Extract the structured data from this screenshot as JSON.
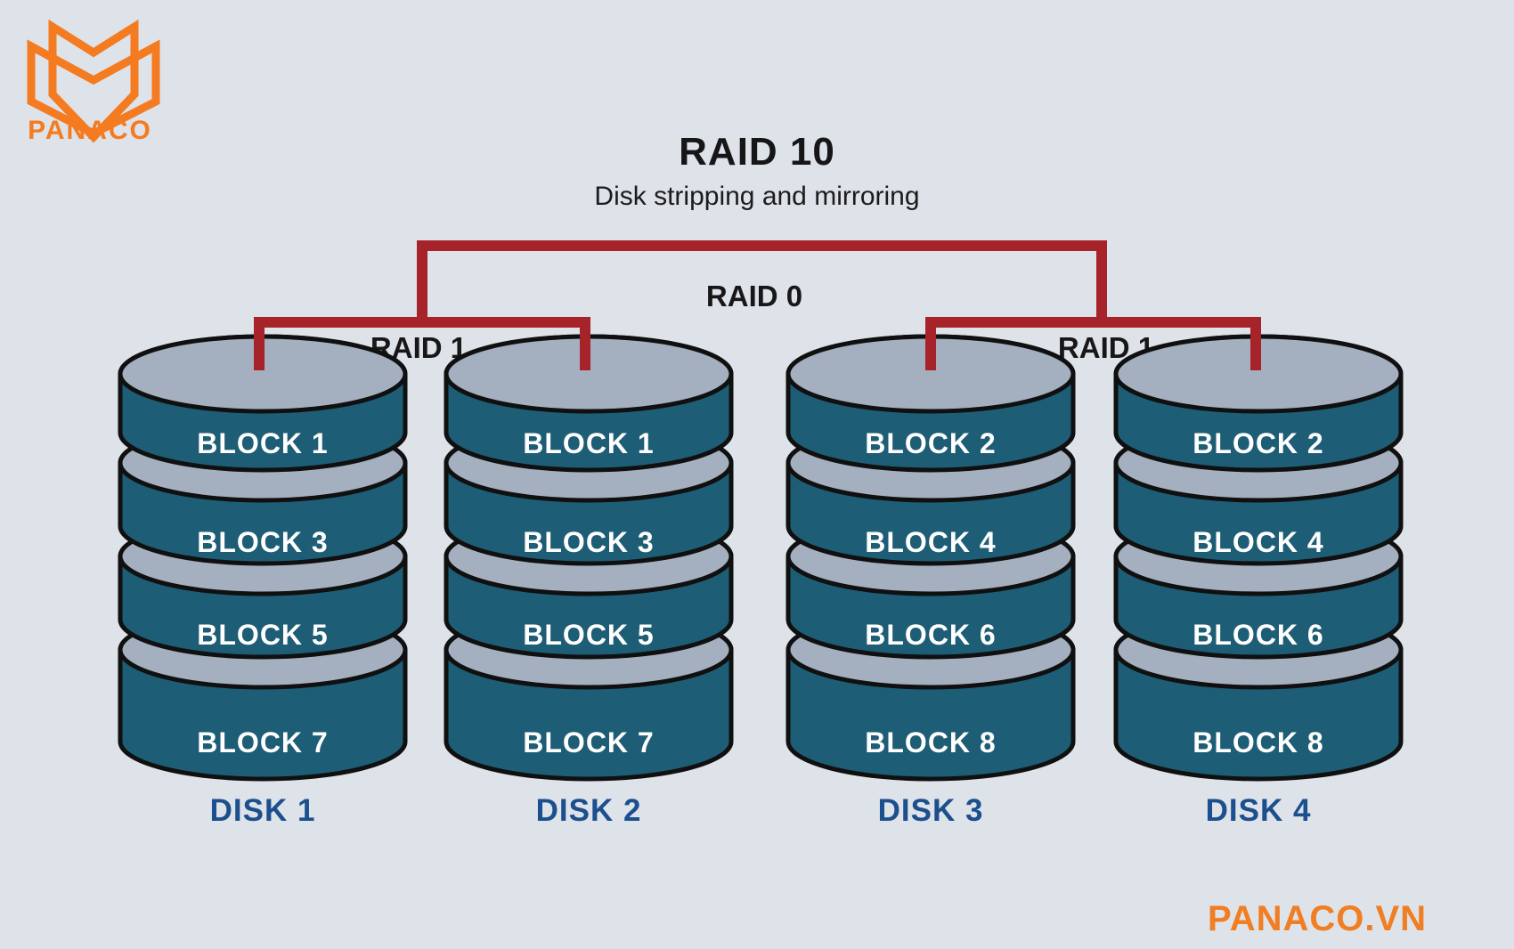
{
  "logo": {
    "brand": "PANACO"
  },
  "title": {
    "heading": "RAID 10",
    "subtitle": "Disk stripping and mirroring"
  },
  "raid_labels": {
    "raid0": "RAID 0",
    "raid1_left": "RAID 1",
    "raid1_right": "RAID 1"
  },
  "disks": [
    {
      "label": "DISK 1",
      "blocks": [
        "BLOCK 1",
        "BLOCK 3",
        "BLOCK 5",
        "BLOCK 7"
      ]
    },
    {
      "label": "DISK 2",
      "blocks": [
        "BLOCK 1",
        "BLOCK 3",
        "BLOCK 5",
        "BLOCK 7"
      ]
    },
    {
      "label": "DISK 3",
      "blocks": [
        "BLOCK 2",
        "BLOCK 4",
        "BLOCK 6",
        "BLOCK 8"
      ]
    },
    {
      "label": "DISK 4",
      "blocks": [
        "BLOCK 2",
        "BLOCK 4",
        "BLOCK 6",
        "BLOCK 8"
      ]
    }
  ],
  "footer": {
    "website": "PANACO.VN"
  },
  "colors": {
    "background": "#dee2e9",
    "disk_body_teal": "#1d5d75",
    "disk_cap_gray": "#a4b0bf",
    "outline_black": "#101010",
    "connector_red": "#a7232a",
    "disk_label_navy": "#1c4f8d",
    "brand_orange": "#f47b20",
    "heading_dark": "#161616",
    "block_text_white": "#ffffff"
  }
}
